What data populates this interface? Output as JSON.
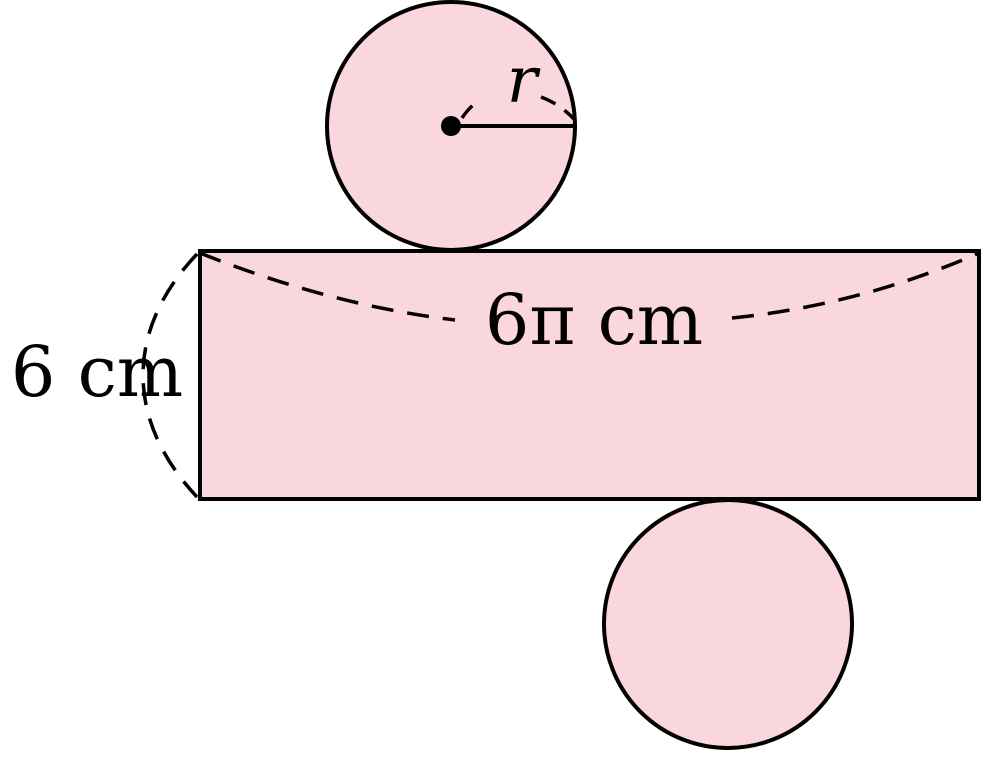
{
  "colors": {
    "fill": "#fad6dd",
    "stroke": "#000000",
    "background": "#ffffff"
  },
  "labels": {
    "radius": "r",
    "circumference": "6π cm",
    "height": "6 cm"
  }
}
